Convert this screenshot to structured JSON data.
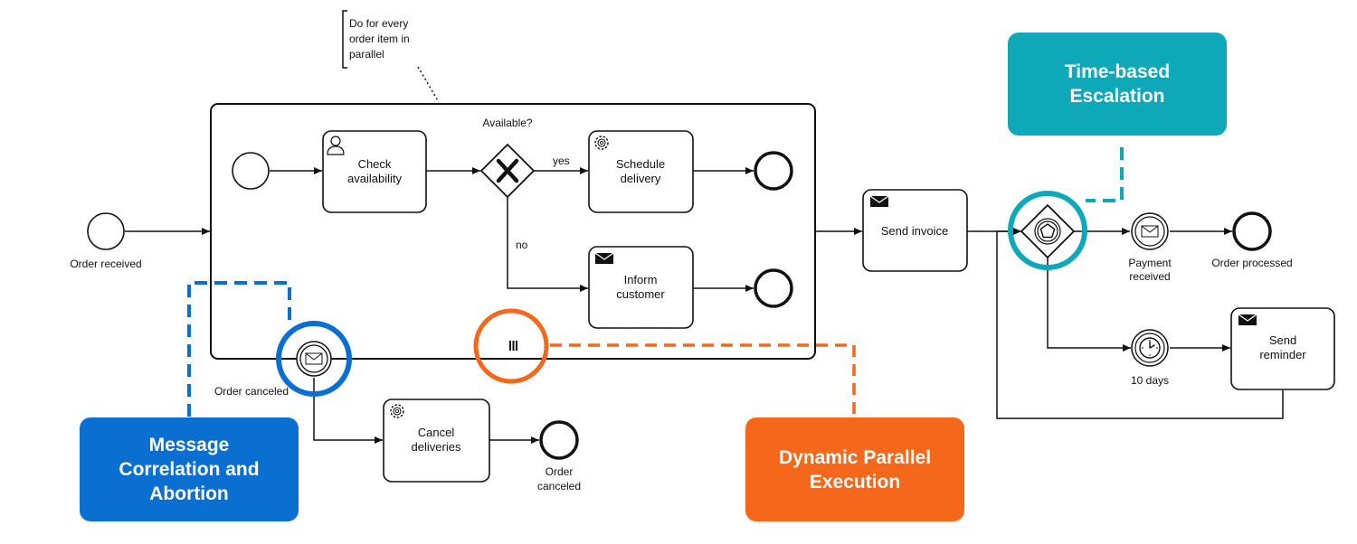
{
  "annotation": {
    "lines": [
      "Do for every",
      "order item in",
      "parallel"
    ]
  },
  "events": {
    "order_received": "Order received",
    "order_canceled_boundary": "Order canceled",
    "order_canceled_end": [
      "Order",
      "canceled"
    ],
    "payment_received": [
      "Payment",
      "received"
    ],
    "order_processed": "Order processed",
    "timer": "10 days"
  },
  "gateway": {
    "question": "Available?",
    "yes": "yes",
    "no": "no"
  },
  "tasks": {
    "check_availability": [
      "Check",
      "availability"
    ],
    "schedule_delivery": [
      "Schedule",
      "delivery"
    ],
    "inform_customer": [
      "Inform",
      "customer"
    ],
    "send_invoice": [
      "Send invoice"
    ],
    "cancel_deliveries": [
      "Cancel",
      "deliveries"
    ],
    "send_reminder": [
      "Send",
      "reminder"
    ]
  },
  "callouts": {
    "escalation": "Time-based\nEscalation",
    "message": "Message\nCorrelation and\nAbortion",
    "parallel": "Dynamic Parallel\nExecution"
  },
  "colors": {
    "blue": "#0a6fd0",
    "orange": "#f5671b",
    "teal": "#0fa8b8",
    "ink": "#111111"
  }
}
